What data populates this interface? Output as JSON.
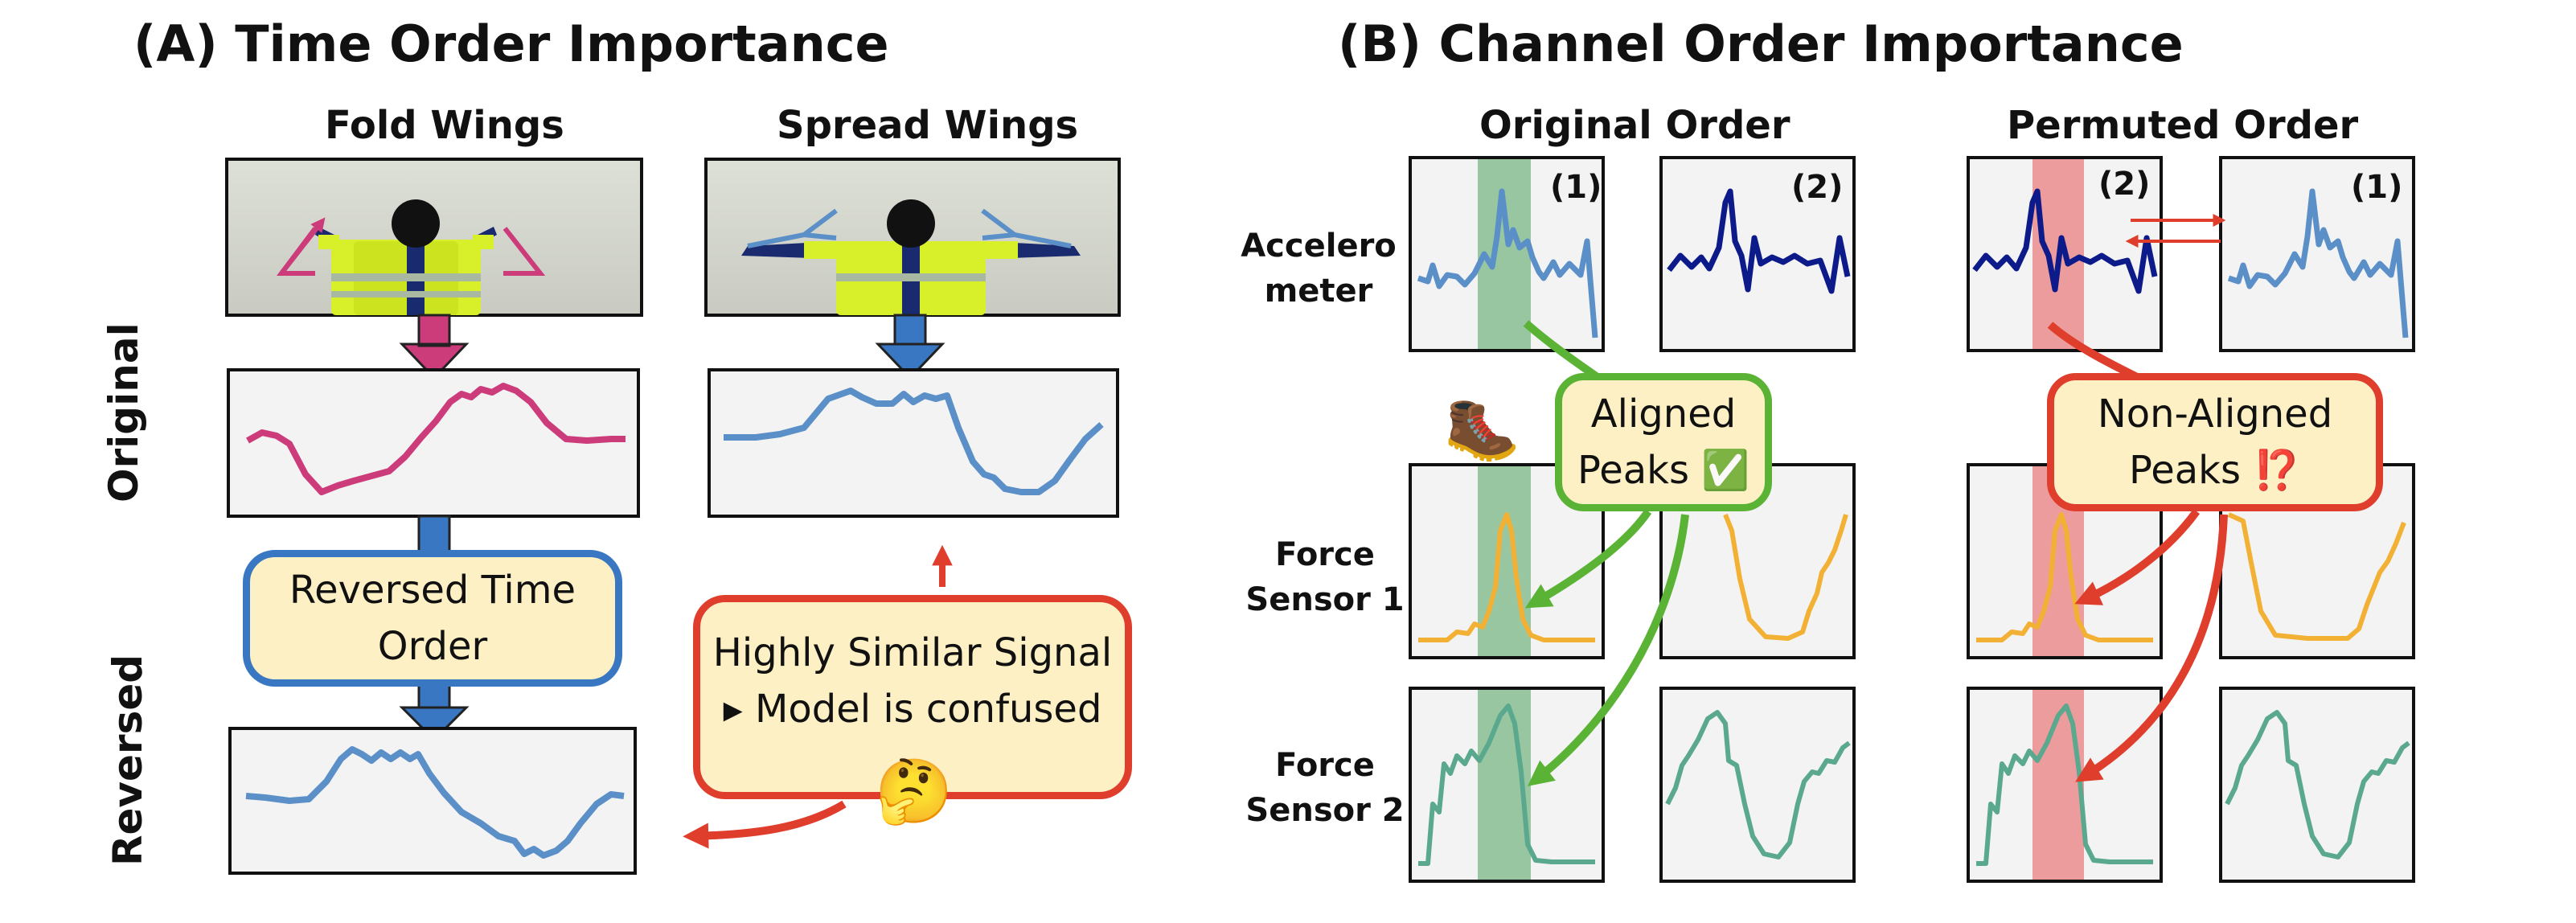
{
  "panel_a": {
    "title": "(A) Time Order Importance",
    "col_left": "Fold Wings",
    "col_right": "Spread Wings",
    "row_original": "Original",
    "row_reversed": "Reversed",
    "reverse_box": {
      "line1": "Reversed Time",
      "line2": "Order"
    },
    "confused_box": {
      "line1": "Highly Similar Signal",
      "line2": "Model is confused",
      "bullet": "▸"
    },
    "emoji": "🤔"
  },
  "panel_b": {
    "title": "(B) Channel Order Importance",
    "col_original": "Original Order",
    "col_permuted": "Permuted Order",
    "row_acc": {
      "line1": "Accelero",
      "line2": "meter"
    },
    "row_f1": {
      "line1": "Force",
      "line2": "Sensor 1"
    },
    "row_f2": {
      "line1": "Force",
      "line2": "Sensor 2"
    },
    "tag_1": "(1)",
    "tag_2": "(2)",
    "aligned_box": {
      "line1": "Aligned",
      "line2": "Peaks",
      "mark": "✅"
    },
    "nonaligned_box": {
      "line1": "Non-Aligned",
      "line2": "Peaks",
      "mark": "⁉️"
    },
    "boot_emoji": "🥾"
  },
  "colors": {
    "magenta": "#cc3b7a",
    "blue_light": "#5b8fc8",
    "blue_dark": "#0d1a8a",
    "orange": "#f2b134",
    "teal": "#5aa88e",
    "red": "#e03e2d",
    "green": "#5ab335",
    "yellow_box": "#fdf0c4",
    "plot_bg": "#f3f3f3"
  }
}
